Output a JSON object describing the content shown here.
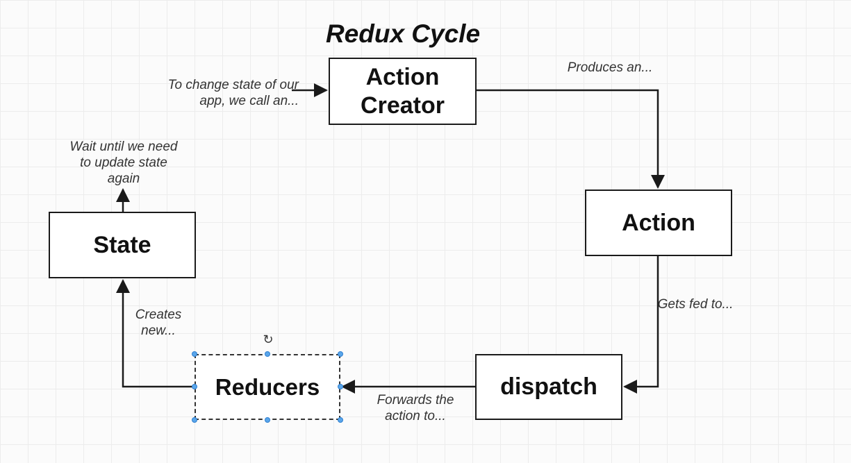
{
  "title": "Redux Cycle",
  "nodes": {
    "action_creator": "Action Creator",
    "action": "Action",
    "dispatch": "dispatch",
    "reducers": "Reducers",
    "state": "State"
  },
  "edge_labels": {
    "to_action_creator": "To change state of our app, we call an...",
    "produces": "Produces an...",
    "wait": "Wait until we need to update state again",
    "gets_fed": "Gets fed to...",
    "creates_new": "Creates new...",
    "forwards": "Forwards the action to..."
  },
  "icons": {
    "rotate": "rotate-handle-icon"
  },
  "colors": {
    "selection_handle": "#5aa6ea",
    "stroke": "#1a1a1a"
  }
}
